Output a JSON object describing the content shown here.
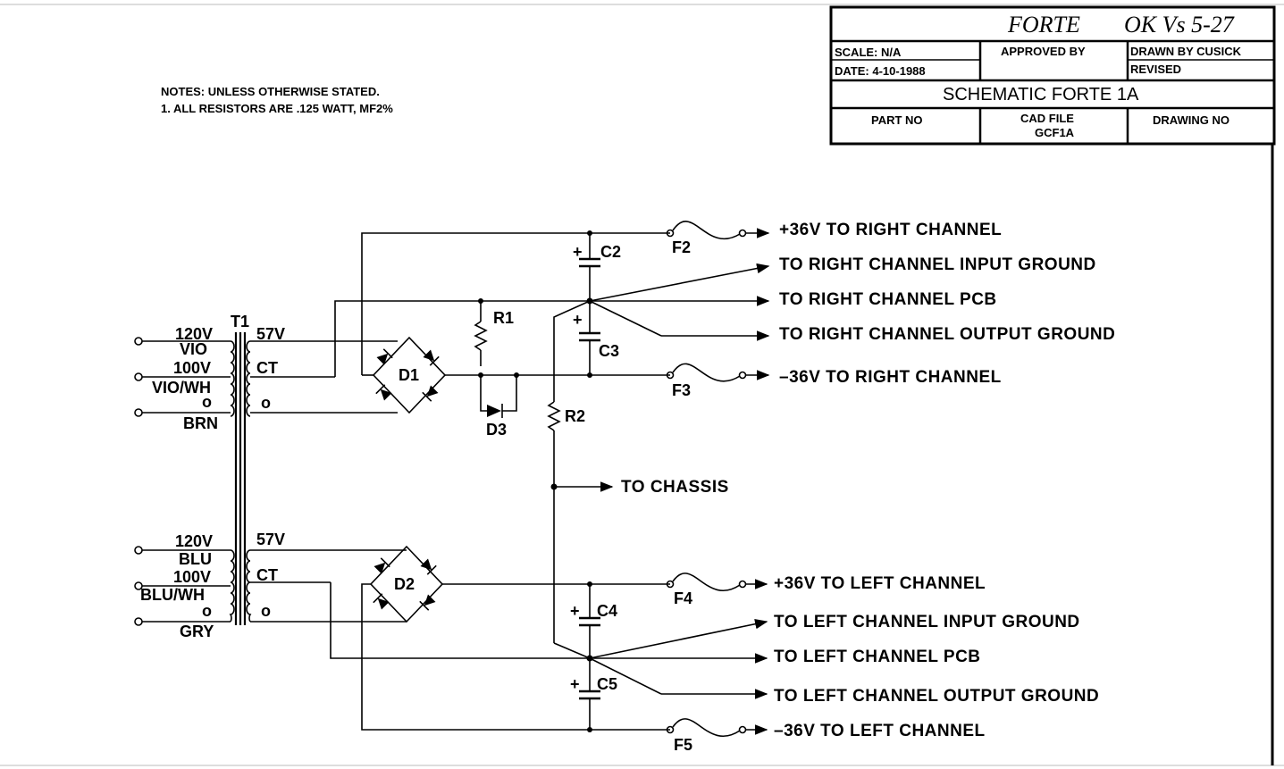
{
  "notes": {
    "line1": "NOTES: UNLESS OTHERWISE STATED.",
    "line2": "1. ALL RESISTORS ARE .125 WATT, MF2%"
  },
  "title_block": {
    "title": "FORTE",
    "handwritten": "OK Vs 5-27",
    "scale": "SCALE:  N/A",
    "date": "DATE:  4-10-1988",
    "approved_by": "APPROVED BY",
    "drawn_by": "DRAWN BY CUSICK",
    "revised": "REVISED",
    "schematic": "SCHEMATIC FORTE 1A",
    "part_no": "PART NO",
    "cad_file": "CAD FILE",
    "cad_file_name": "GCF1A",
    "drawing_no": "DRAWING NO"
  },
  "components": {
    "t1": "T1",
    "d1": "D1",
    "d2": "D2",
    "d3": "D3",
    "r1": "R1",
    "r2": "R2",
    "c2": "C2",
    "c3": "C3",
    "c4": "C4",
    "c5": "C5",
    "f2": "F2",
    "f3": "F3",
    "f4": "F4",
    "f5": "F5",
    "plus": "+"
  },
  "transformer_top": {
    "v120": "120V",
    "vio": "VIO",
    "v100": "100V",
    "vio_wh": "VIO/WH",
    "o": "o",
    "brn": "BRN",
    "v57": "57V",
    "ct": "CT",
    "o2": "o"
  },
  "transformer_bottom": {
    "v120": "120V",
    "blu": "BLU",
    "v100": "100V",
    "blu_wh": "BLU/WH",
    "o": "o",
    "gry": "GRY",
    "v57": "57V",
    "ct": "CT",
    "o2": "o"
  },
  "outputs": {
    "r_pos": "+36V TO RIGHT CHANNEL",
    "r_in_gnd": "TO RIGHT CHANNEL INPUT GROUND",
    "r_pcb": "TO RIGHT CHANNEL PCB",
    "r_out_gnd": "TO RIGHT CHANNEL OUTPUT GROUND",
    "r_neg": "–36V TO RIGHT CHANNEL",
    "chassis": "TO CHASSIS",
    "l_pos": "+36V TO LEFT CHANNEL",
    "l_in_gnd": "TO LEFT CHANNEL INPUT GROUND",
    "l_pcb": "TO LEFT CHANNEL PCB",
    "l_out_gnd": "TO LEFT CHANNEL OUTPUT GROUND",
    "l_neg": "–36V TO LEFT CHANNEL"
  }
}
